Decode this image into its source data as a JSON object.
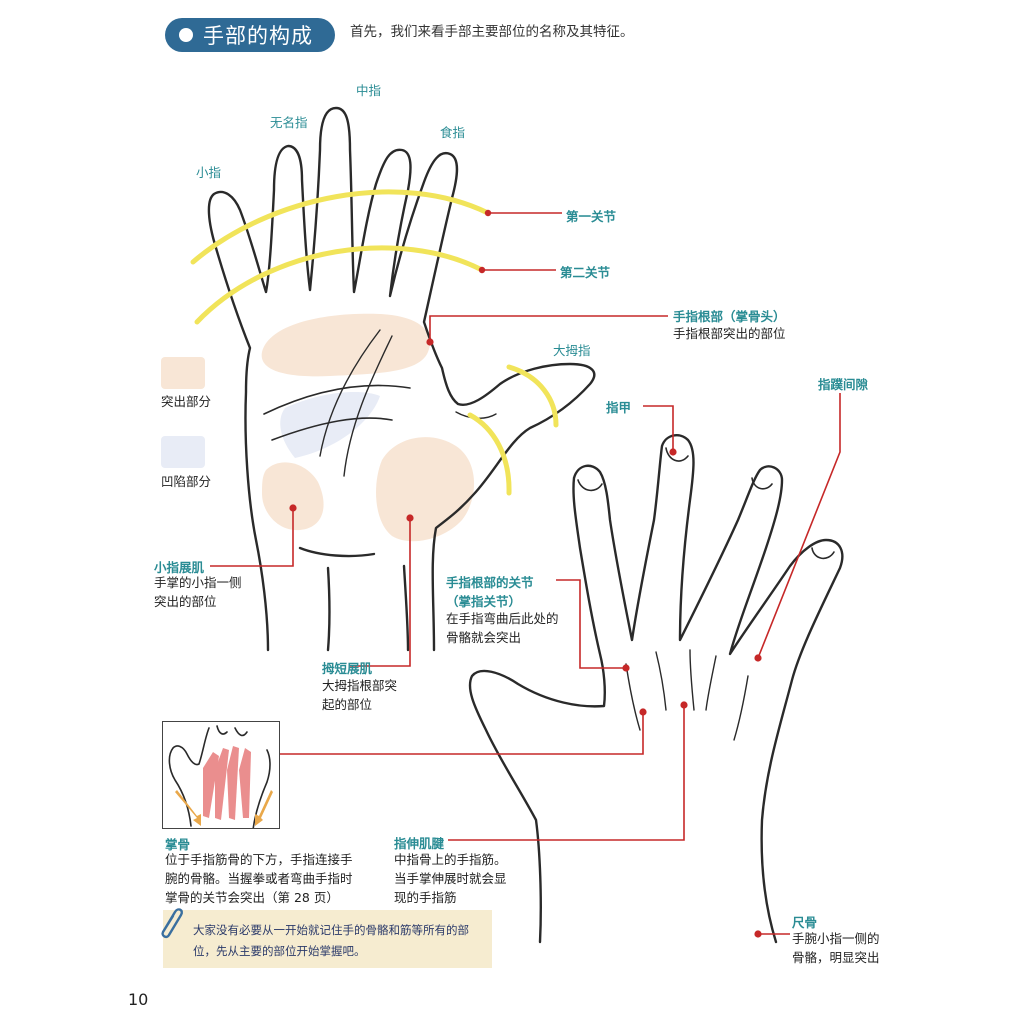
{
  "header": {
    "title": "手部的构成",
    "intro": "首先，我们来看手部主要部位的名称及其特征。"
  },
  "fingers": {
    "middle": "中指",
    "ring": "无名指",
    "index": "食指",
    "little": "小指",
    "thumb": "大拇指"
  },
  "joints": {
    "first": "第一关节",
    "second": "第二关节"
  },
  "metacarpal_head": {
    "label": "手指根部（掌骨头）",
    "desc": "手指根部突出的部位"
  },
  "legend": {
    "raised": "突出部分",
    "sunken": "凹陷部分",
    "raised_color": "#f8e6d6",
    "sunken_color": "#e8ecf6"
  },
  "nail": {
    "label": "指甲"
  },
  "web": {
    "label": "指蹼间隙"
  },
  "abductor_little": {
    "label": "小指展肌",
    "desc": [
      "手掌的小指一侧",
      "突出的部位"
    ]
  },
  "mcp_joint": {
    "label": [
      "手指根部的关节",
      "（掌指关节）"
    ],
    "desc": [
      "在手指弯曲后此处的",
      "骨骼就会突出"
    ]
  },
  "abductor_thumb": {
    "label": "拇短展肌",
    "desc": [
      "大拇指根部突",
      "起的部位"
    ]
  },
  "metacarpal": {
    "label": "掌骨",
    "desc": [
      "位于手指筋骨的下方，手指连接手",
      "腕的骨骼。当握拳或者弯曲手指时",
      "掌骨的关节会突出（第 28 页）"
    ]
  },
  "extensor": {
    "label": "指伸肌腱",
    "desc": [
      "中指骨上的手指筋。",
      "当手掌伸展时就会显",
      "现的手指筋"
    ]
  },
  "ulna": {
    "label": "尺骨",
    "desc": [
      "手腕小指一侧的",
      "骨骼，明显突出"
    ]
  },
  "tip": [
    "大家没有必要从一开始就记住手的骨骼和筋等所有的部",
    "位，先从主要的部位开始掌握吧。"
  ],
  "page_number": "10",
  "colors": {
    "accent": "#2a8c94",
    "leader": "#c62828",
    "pill": "#2f6a95",
    "joint_arc": "#f1e45a",
    "note_bg": "#f6ecd0"
  }
}
